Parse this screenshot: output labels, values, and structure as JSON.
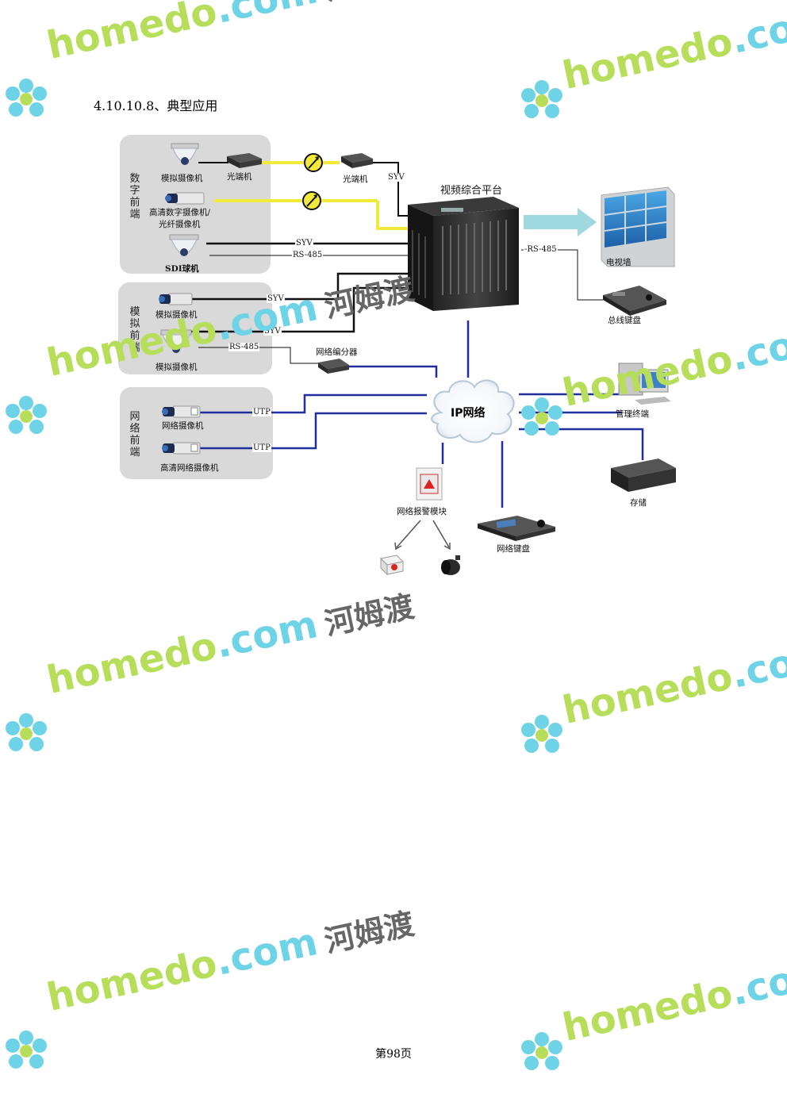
{
  "heading": "4.10.10.8、典型应用",
  "groups": {
    "digital": "数字前端",
    "analog": "模拟前端",
    "network": "网络前端"
  },
  "devices": {
    "analog_cam_1": "模拟摄像机",
    "optical_1": "光端机",
    "optical_2": "光端机",
    "hd_cam_line1": "高清数字摄像机/",
    "hd_cam_line2": "光纤摄像机",
    "sdi_dome": "SDI球机",
    "platform": "视频综合平台",
    "tv_wall": "电视墙",
    "bus_keyboard": "总线键盘",
    "analog_cam_2": "模拟摄像机",
    "analog_cam_3": "模拟摄像机",
    "splitter": "网络编分器",
    "net_cam": "网络摄像机",
    "hd_net_cam": "高清网络摄像机",
    "ip_network": "IP网络",
    "mgmt_terminal": "管理终端",
    "storage": "存储",
    "alarm_module": "网络报警模块",
    "net_keyboard": "网络键盘"
  },
  "wires": {
    "syv_top": "SYV",
    "syv_1": "SYV",
    "rs485_1": "RS-485",
    "syv_2": "SYV",
    "syv_3": "SYV",
    "rs485_2": "RS-485",
    "utp_1": "UTP",
    "utp_2": "UTP",
    "rs485_3": "-RS-485"
  },
  "page_number": "第98页",
  "watermark": {
    "latin_a": "home",
    "latin_b": "do",
    "latin_c": ".com",
    "cn": "河姆渡"
  },
  "colors": {
    "panel": "#d9d9d9",
    "fiber": "#f2ea3a",
    "coax": "#111111",
    "network": "#1f2f9e",
    "arrow": "#9fd8df",
    "wm_green": "#b7de5a",
    "wm_cyan": "#6fd3e8"
  }
}
